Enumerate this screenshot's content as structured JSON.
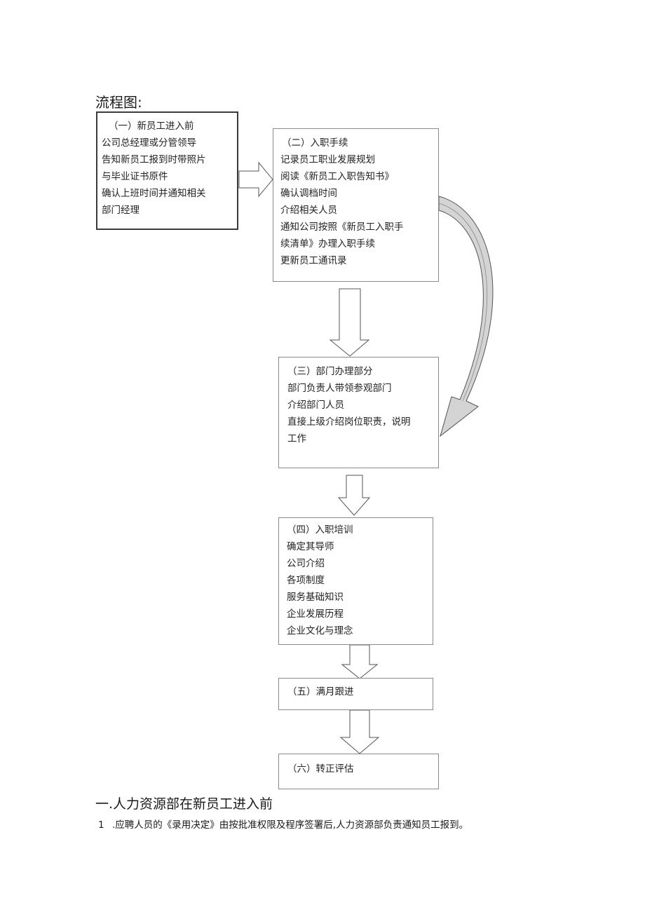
{
  "title": "流程图:",
  "boxes": {
    "box1": [
      "（一）新员工进入前",
      "公司总经理或分管领导",
      "告知新员工报到时带照片",
      "与毕业证书原件",
      "确认上班时间并通知相关",
      "部门经理"
    ],
    "box2": [
      "（二）入职手续",
      "记录员工职业发展规划",
      "阅读《新员工入职告知书》",
      "确认调档时间",
      "介绍相关人员",
      "通知公司按照《新员工入职手",
      "续清单》办理入职手续",
      "更新员工通讯录"
    ],
    "box3": [
      "（三）部门办理部分",
      "部门负责人带领参观部门",
      "介绍部门人员",
      "直接上级介绍岗位职责，说明",
      "工作"
    ],
    "box4": [
      "（四）入职培训",
      "确定其导师",
      "公司介绍",
      "各项制度",
      "服务基础知识",
      "企业发展历程",
      "企业文化与理念"
    ],
    "box5": [
      "（五）满月跟进"
    ],
    "box6": [
      "（六）转正评估"
    ]
  },
  "section": {
    "heading": "一.人力资源部在新员工进入前",
    "item_number": "1",
    "item_text": ".应聘人员的《录用决定》由按批准权限及程序签署后,人力资源部负责通知员工报到。"
  },
  "colors": {
    "box1_border": "#3a3a3a",
    "box_border": "#8a8a8a",
    "arrow_stroke": "#555555",
    "curve_fill": "#c8c8c8"
  }
}
